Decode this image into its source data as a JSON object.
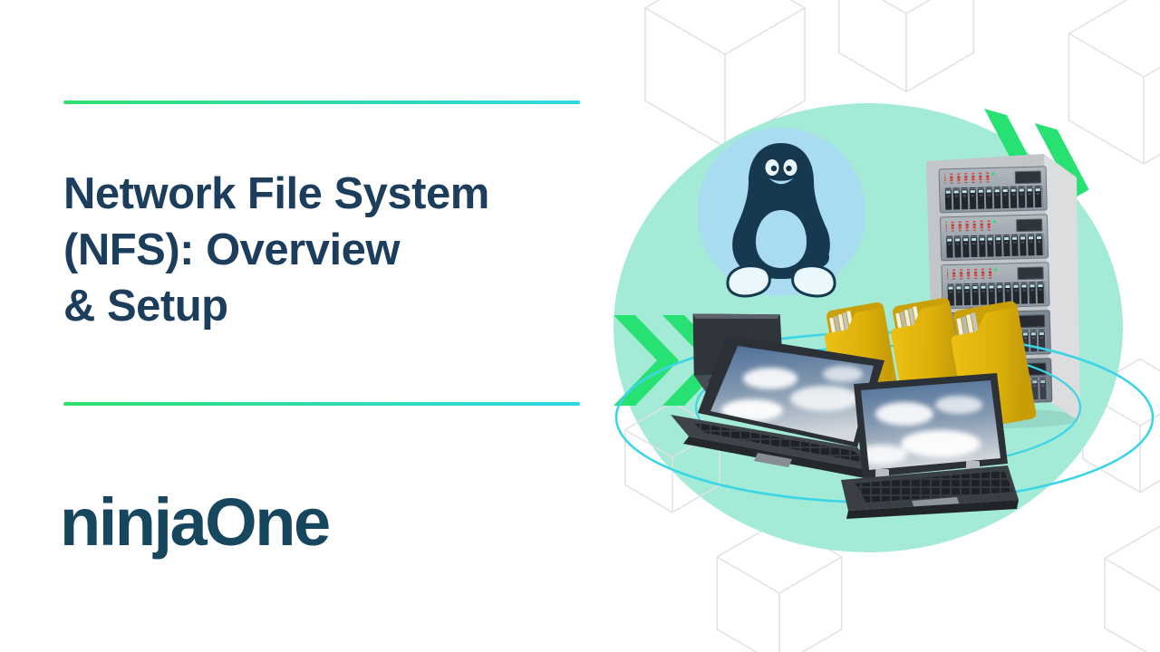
{
  "header": {
    "title_lines": [
      "Network File System",
      "(NFS): Overview",
      "& Setup"
    ],
    "title_full": "Network File System (NFS): Overview & Setup"
  },
  "brand": {
    "logo_text": "ninjaOne"
  },
  "illustration": {
    "icons": [
      "linux-tux-icon",
      "server-rack",
      "file-folders",
      "laptops",
      "double-chevron-icon",
      "orbit-rings",
      "hexagon-wireframe-pattern"
    ]
  },
  "colors": {
    "title_navy": "#1c3e5c",
    "logo_navy": "#17465f",
    "line_green": "#2fdf6d",
    "line_cyan": "#2fd6e8",
    "chevron_green": "#27e173",
    "mint_circle": "#a3ead7",
    "linux_circle_blue": "#a9dcf1",
    "ring_cyan": "#3bd5e7",
    "tux_navy": "#16394f",
    "folder_yellow": "#e2b30c",
    "hex_grey": "#e0e1e5"
  }
}
